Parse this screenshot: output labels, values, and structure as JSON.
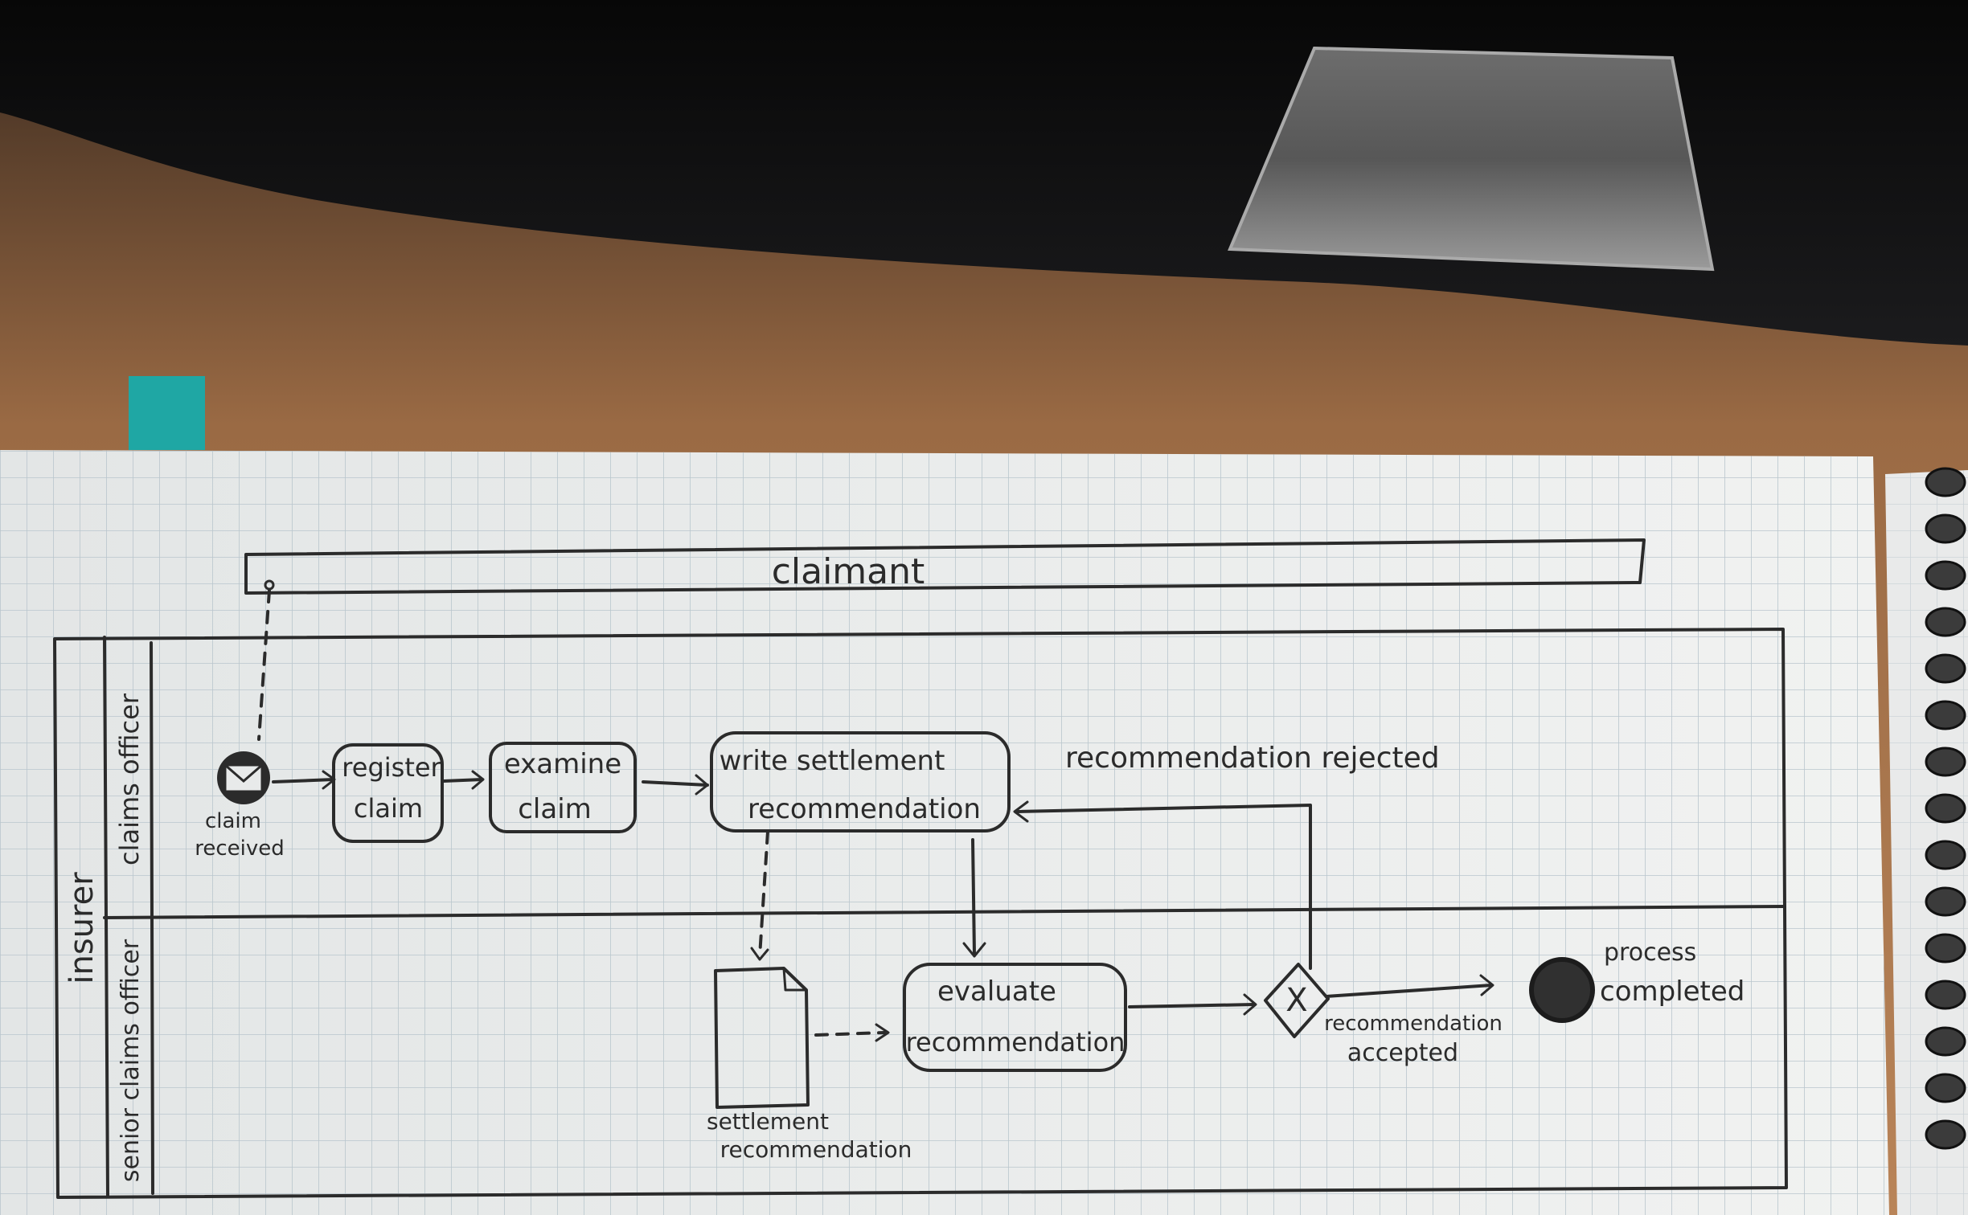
{
  "diagram": {
    "pool_claimant": "claimant",
    "pool_insurer": "insurer",
    "lane_claims_officer": "claims officer",
    "lane_senior_claims_officer": "senior claims officer",
    "start_event": [
      "claim",
      "received"
    ],
    "task_register": [
      "register",
      "claim"
    ],
    "task_examine": [
      "examine",
      "claim"
    ],
    "task_write": [
      "write settlement",
      "recommendation"
    ],
    "task_evaluate": [
      "evaluate",
      "recommendation"
    ],
    "data_object": [
      "settlement",
      "recommendation"
    ],
    "flow_rejected": "recommendation rejected",
    "flow_accepted": [
      "recommendation",
      "accepted"
    ],
    "end_event": [
      "process",
      "completed"
    ],
    "gateway_symbol": "X"
  },
  "colors": {
    "paper": "#eceeee",
    "grid": "#b9c6cd",
    "ink": "#2b2b2b",
    "desk": "#b07a50",
    "laptop": "#141414",
    "tab": "#1fa7a4"
  }
}
